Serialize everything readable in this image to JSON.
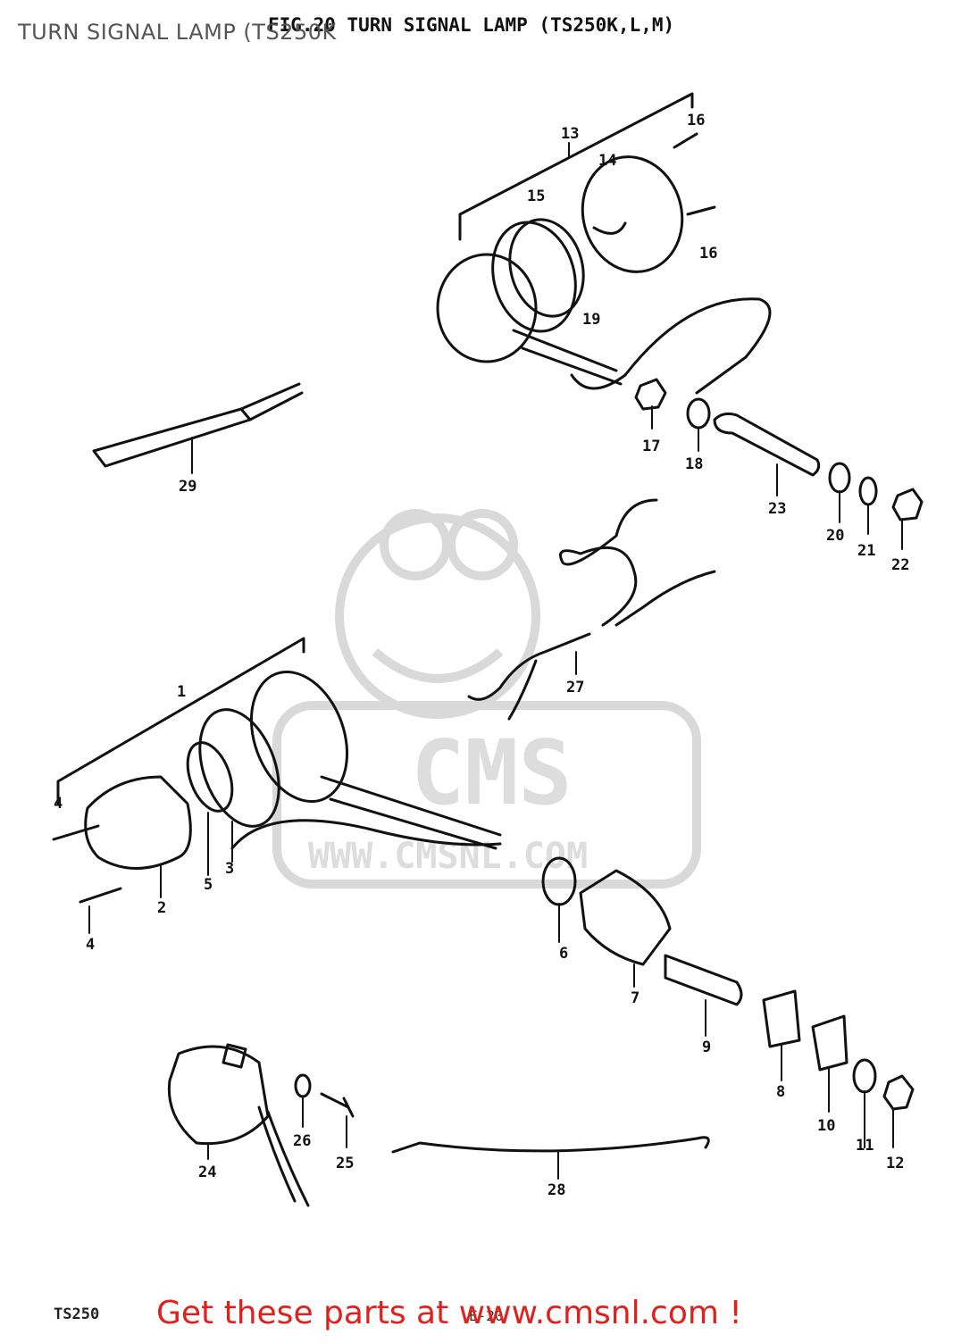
{
  "header": {
    "overlay_title": "TURN SIGNAL LAMP (TS250K",
    "figure_title": "FIG.20  TURN SIGNAL LAMP (TS250K,L,M)"
  },
  "watermark": {
    "brand": "CMS",
    "url": "WWW.CMSNL.COM"
  },
  "footer": {
    "page_code": "TS250",
    "call_to_action": "Get these parts at www.cmsnl.com !",
    "diagram_code": "E-20"
  },
  "callouts": [
    "1",
    "2",
    "3",
    "4",
    "4",
    "5",
    "6",
    "7",
    "8",
    "9",
    "10",
    "11",
    "12",
    "13",
    "14",
    "15",
    "16",
    "16",
    "17",
    "18",
    "19",
    "20",
    "21",
    "22",
    "23",
    "24",
    "25",
    "26",
    "27",
    "28",
    "29"
  ],
  "colors": {
    "line": "#111111",
    "watermark": "#d9d9d9",
    "cta": "#e0201c",
    "overlay_title": "#555555"
  }
}
